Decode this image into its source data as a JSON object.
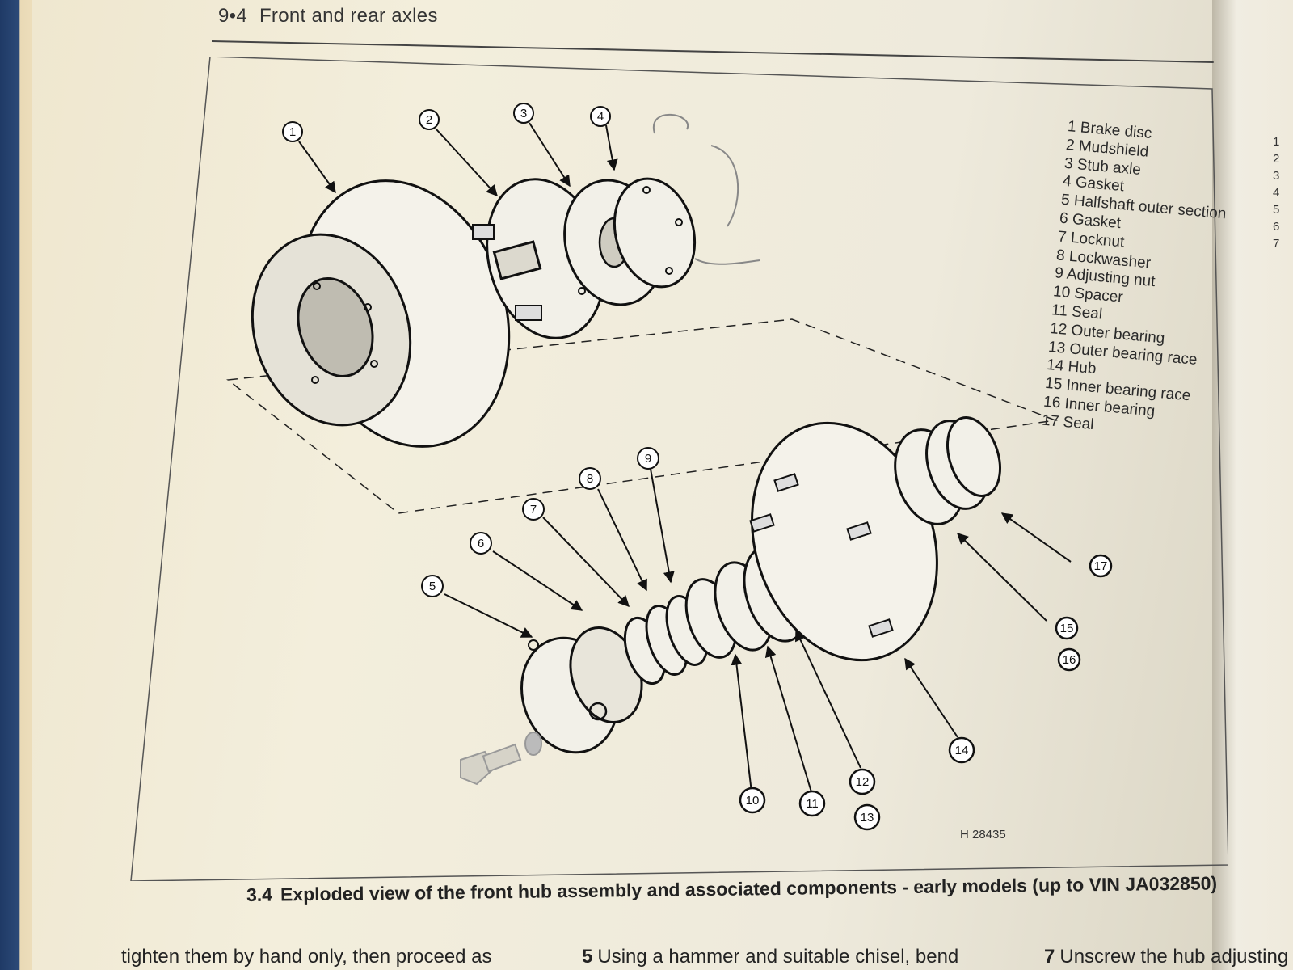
{
  "header": {
    "page_number": "9•4",
    "chapter_title": "Front and rear axles"
  },
  "legend": {
    "items": [
      "1 Brake disc",
      "2 Mudshield",
      "3 Stub axle",
      "4 Gasket",
      "5 Halfshaft outer section",
      "6 Gasket",
      "7 Locknut",
      "8 Lockwasher",
      "9 Adjusting nut",
      "10 Spacer",
      "11 Seal",
      "12 Outer bearing",
      "13 Outer bearing race",
      "14 Hub",
      "15 Inner bearing race",
      "16 Inner bearing",
      "17 Seal"
    ]
  },
  "callouts": [
    "1",
    "2",
    "3",
    "4",
    "5",
    "6",
    "7",
    "8",
    "9",
    "10",
    "11",
    "12",
    "13",
    "14",
    "15",
    "16",
    "17"
  ],
  "figure_code": "H 28435",
  "caption": {
    "number": "3.4",
    "text": "Exploded view of the front hub assembly and associated components - early models (up to VIN JA032850)"
  },
  "body_text": {
    "col1": "tighten them by hand only, then proceed as",
    "col2_num": "5",
    "col2": "Using a hammer and suitable chisel, bend",
    "col3_num": "7",
    "col3": "Unscrew the hub adjusting"
  },
  "right_page_numbers": [
    "1",
    "2",
    "3",
    "4",
    "5",
    "6",
    "7"
  ]
}
